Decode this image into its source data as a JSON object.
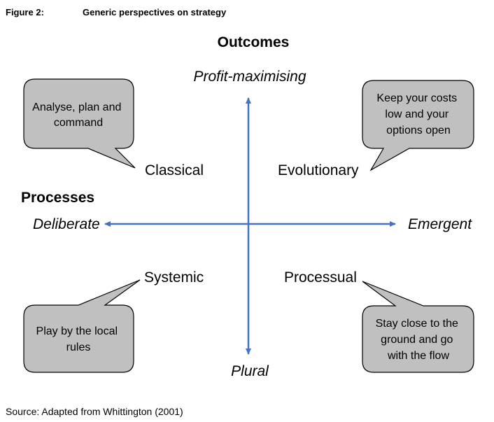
{
  "figure": {
    "label": "Figure 2:",
    "title": "Generic perspectives on strategy"
  },
  "axes": {
    "vertical_title": "Outcomes",
    "top": "Profit-maximising",
    "bottom": "Plural",
    "horizontal_title": "Processes",
    "left": "Deliberate",
    "right": "Emergent",
    "color": "#4472C4"
  },
  "quadrants": {
    "classical": {
      "label": "Classical",
      "callout": [
        "Analyse, plan and",
        "command"
      ]
    },
    "evolutionary": {
      "label": "Evolutionary",
      "callout": [
        "Keep your costs",
        "low and your",
        "options open"
      ]
    },
    "systemic": {
      "label": "Systemic",
      "callout": [
        "Play by the local",
        "rules"
      ]
    },
    "processual": {
      "label": "Processual",
      "callout": [
        "Stay close to the",
        "ground and go",
        "with the flow"
      ]
    }
  },
  "source": "Source: Adapted from Whittington (2001)",
  "callout_fill": "#C0C0C0"
}
